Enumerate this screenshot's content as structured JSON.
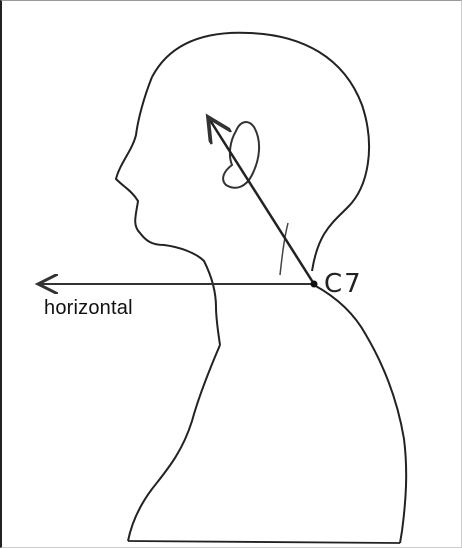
{
  "diagram": {
    "labels": {
      "horizontal": "horizontal",
      "landmark": "C7"
    },
    "elements": {
      "head_outline": "head-silhouette",
      "ear": "ear",
      "horizontal_line": "horizontal-reference-line",
      "tragus_line": "tragus-to-c7-line"
    }
  }
}
